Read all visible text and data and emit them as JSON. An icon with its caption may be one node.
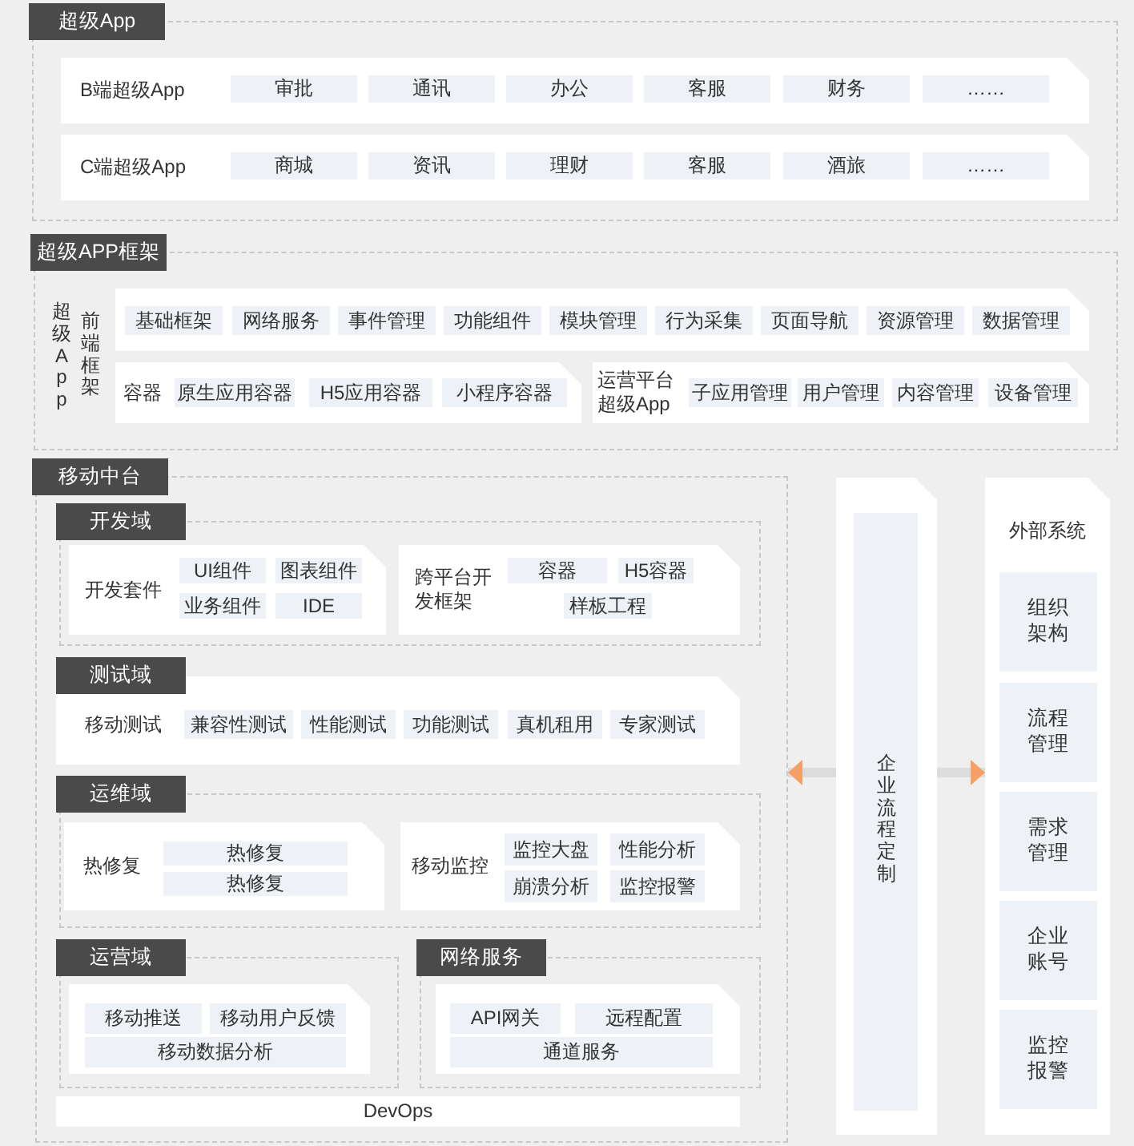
{
  "diagram": {
    "nodes": [
      {
        "text": [
          "超级App"
        ]
      },
      {
        "text": [
          "B端超级App"
        ],
        "in": 0
      },
      {
        "text": [
          "审批"
        ],
        "in": 1
      },
      {
        "text": [
          "通讯"
        ],
        "in": 1
      },
      {
        "text": [
          "办公"
        ],
        "in": 1
      },
      {
        "text": [
          "客服"
        ],
        "in": 1
      },
      {
        "text": [
          "财务"
        ],
        "in": 1
      },
      {
        "text": [
          "……"
        ],
        "in": 1
      },
      {
        "text": [
          "C端超级App"
        ],
        "in": 0
      },
      {
        "text": [
          "商城"
        ],
        "in": 8
      },
      {
        "text": [
          "资讯"
        ],
        "in": 8
      },
      {
        "text": [
          "理财"
        ],
        "in": 8
      },
      {
        "text": [
          "客服"
        ],
        "in": 8
      },
      {
        "text": [
          "酒旅"
        ],
        "in": 8
      },
      {
        "text": [
          "……"
        ],
        "in": 8
      },
      {
        "text": [
          "超级APP框架",
          "超级App",
          "前端框架"
        ]
      },
      {
        "text": [],
        "shape": "box",
        "in": 15
      },
      {
        "text": [
          "基础框架"
        ],
        "in": 16
      },
      {
        "text": [
          "网络服务"
        ],
        "in": 16
      },
      {
        "text": [
          "事件管理"
        ],
        "in": 16
      },
      {
        "text": [
          "功能组件"
        ],
        "in": 16
      },
      {
        "text": [
          "模块管理"
        ],
        "in": 16
      },
      {
        "text": [
          "行为采集"
        ],
        "in": 16
      },
      {
        "text": [
          "页面导航"
        ],
        "in": 16
      },
      {
        "text": [
          "资源管理"
        ],
        "in": 16
      },
      {
        "text": [
          "数据管理"
        ],
        "in": 16
      },
      {
        "text": [
          "容器"
        ],
        "in": 15
      },
      {
        "text": [
          "原生应用容器"
        ],
        "in": 26
      },
      {
        "text": [
          "H5应用容器"
        ],
        "in": 26
      },
      {
        "text": [
          "小程序容器"
        ],
        "in": 26
      },
      {
        "text": [
          "运营平台超级App"
        ],
        "in": 15
      },
      {
        "text": [
          "子应用管理"
        ],
        "in": 30
      },
      {
        "text": [
          "用户管理"
        ],
        "in": 30
      },
      {
        "text": [
          "内容管理"
        ],
        "in": 30
      },
      {
        "text": [
          "设备管理"
        ],
        "in": 30
      },
      {
        "text": [
          "移动中台"
        ]
      },
      {
        "text": [
          "开发域"
        ],
        "in": 35
      },
      {
        "text": [
          "开发套件"
        ],
        "in": 36
      },
      {
        "text": [
          "UI组件"
        ],
        "in": 37
      },
      {
        "text": [
          "图表组件"
        ],
        "in": 37
      },
      {
        "text": [
          "业务组件"
        ],
        "in": 37
      },
      {
        "text": [
          "IDE"
        ],
        "in": 37
      },
      {
        "text": [
          "跨平台开发框架"
        ],
        "in": 36
      },
      {
        "text": [
          "容器"
        ],
        "in": 42
      },
      {
        "text": [
          "H5容器"
        ],
        "in": 42
      },
      {
        "text": [
          "样板工程"
        ],
        "in": 42
      },
      {
        "text": [
          "测试域",
          "移动测试"
        ],
        "in": 35
      },
      {
        "text": [
          "兼容性测试"
        ],
        "in": 46
      },
      {
        "text": [
          "性能测试"
        ],
        "in": 46
      },
      {
        "text": [
          "功能测试"
        ],
        "in": 46
      },
      {
        "text": [
          "真机租用"
        ],
        "in": 46
      },
      {
        "text": [
          "专家测试"
        ],
        "in": 46
      },
      {
        "text": [
          "运维域"
        ],
        "in": 35
      },
      {
        "text": [
          "热修复"
        ],
        "in": 52
      },
      {
        "text": [
          "热修复"
        ],
        "in": 53
      },
      {
        "text": [
          "热修复"
        ],
        "in": 53
      },
      {
        "text": [
          "移动监控"
        ],
        "in": 52
      },
      {
        "text": [
          "监控大盘"
        ],
        "in": 56
      },
      {
        "text": [
          "性能分析"
        ],
        "in": 56
      },
      {
        "text": [
          "崩溃分析"
        ],
        "in": 56
      },
      {
        "text": [
          "监控报警"
        ],
        "in": 56
      },
      {
        "text": [
          "运营域"
        ],
        "in": 35
      },
      {
        "text": [],
        "shape": "box",
        "in": 61
      },
      {
        "text": [
          "移动推送"
        ],
        "in": 62
      },
      {
        "text": [
          "移动用户反馈"
        ],
        "in": 62
      },
      {
        "text": [
          "移动数据分析"
        ],
        "in": 62
      },
      {
        "text": [
          "网络服务"
        ],
        "in": 35
      },
      {
        "text": [],
        "shape": "box",
        "in": 66
      },
      {
        "text": [
          "API网关"
        ],
        "in": 67
      },
      {
        "text": [
          "远程配置"
        ],
        "in": 67
      },
      {
        "text": [
          "通道服务"
        ],
        "in": 67
      },
      {
        "text": [
          "DevOps"
        ],
        "in": 35
      },
      {
        "text": [
          "企业流程定制"
        ]
      },
      {
        "text": [
          "外部系统"
        ]
      },
      {
        "text": [
          "组织架构"
        ],
        "in": 73
      },
      {
        "text": [
          "流程管理"
        ],
        "in": 73
      },
      {
        "text": [
          "需求管理"
        ],
        "in": 73
      },
      {
        "text": [
          "企业账号"
        ],
        "in": 73
      },
      {
        "text": [
          "监控报警"
        ],
        "in": 73
      }
    ],
    "edges": [
      {
        "from": 72,
        "to": 35,
        "arrow": "to"
      },
      {
        "from": 72,
        "to": 73,
        "arrow": "to"
      }
    ]
  }
}
